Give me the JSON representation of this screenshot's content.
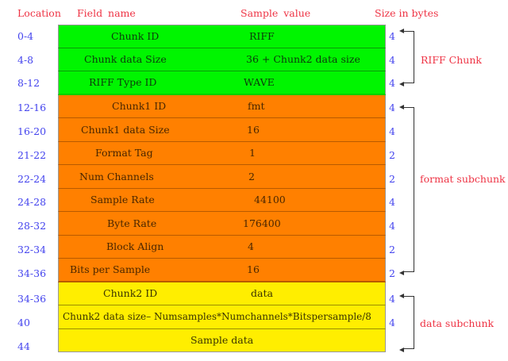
{
  "headers": {
    "location": "Location",
    "field_name": "Field  name",
    "sample_value": "Sample  value",
    "size_in_bytes": "Size in bytes"
  },
  "rows": [
    {
      "location": "0-4",
      "field": "Chunk ID",
      "value": "RIFF",
      "size": "4",
      "group": "riff"
    },
    {
      "location": "4-8",
      "field": "Chunk data Size",
      "value": "36 + Chunk2 data size",
      "size": "4",
      "group": "riff"
    },
    {
      "location": "8-12",
      "field": "RIFF Type ID",
      "value": "WAVE",
      "size": "4",
      "group": "riff"
    },
    {
      "location": "12-16",
      "field": "Chunk1 ID",
      "value": "fmt",
      "size": "4",
      "group": "format"
    },
    {
      "location": "16-20",
      "field": "Chunk1 data Size",
      "value": "16",
      "size": "4",
      "group": "format"
    },
    {
      "location": "21-22",
      "field": "Format Tag",
      "value": "1",
      "size": "2",
      "group": "format"
    },
    {
      "location": "22-24",
      "field": "Num Channels",
      "value": "2",
      "size": "2",
      "group": "format"
    },
    {
      "location": "24-28",
      "field": "Sample Rate",
      "value": "44100",
      "size": "4",
      "group": "format"
    },
    {
      "location": "28-32",
      "field": "Byte Rate",
      "value": "176400",
      "size": "4",
      "group": "format"
    },
    {
      "location": "32-34",
      "field": "Block Align",
      "value": "4",
      "size": "2",
      "group": "format"
    },
    {
      "location": "34-36",
      "field": "Bits per Sample",
      "value": "16",
      "size": "2",
      "group": "format"
    },
    {
      "location": "34-36",
      "field": "Chunk2 ID",
      "value": "data",
      "size": "4",
      "group": "data"
    },
    {
      "location": "40",
      "field": "Chunk2 data size– Numsamples*Numchannels*Bitspersample/8",
      "value": "",
      "size": "4",
      "group": "data"
    },
    {
      "location": "44",
      "field": "Sample data",
      "value": "",
      "size": "",
      "group": "data"
    }
  ],
  "groups": {
    "riff": {
      "label": "RIFF Chunk",
      "color": "#00f500"
    },
    "format": {
      "label": "format subchunk",
      "color": "#ff8000"
    },
    "data": {
      "label": "data subchunk",
      "color": "#ffee00"
    }
  },
  "colors": {
    "header_text": "#ee3344",
    "location_text": "#4444ee",
    "size_text": "#4444ee",
    "group_label_text": "#ee3344"
  }
}
